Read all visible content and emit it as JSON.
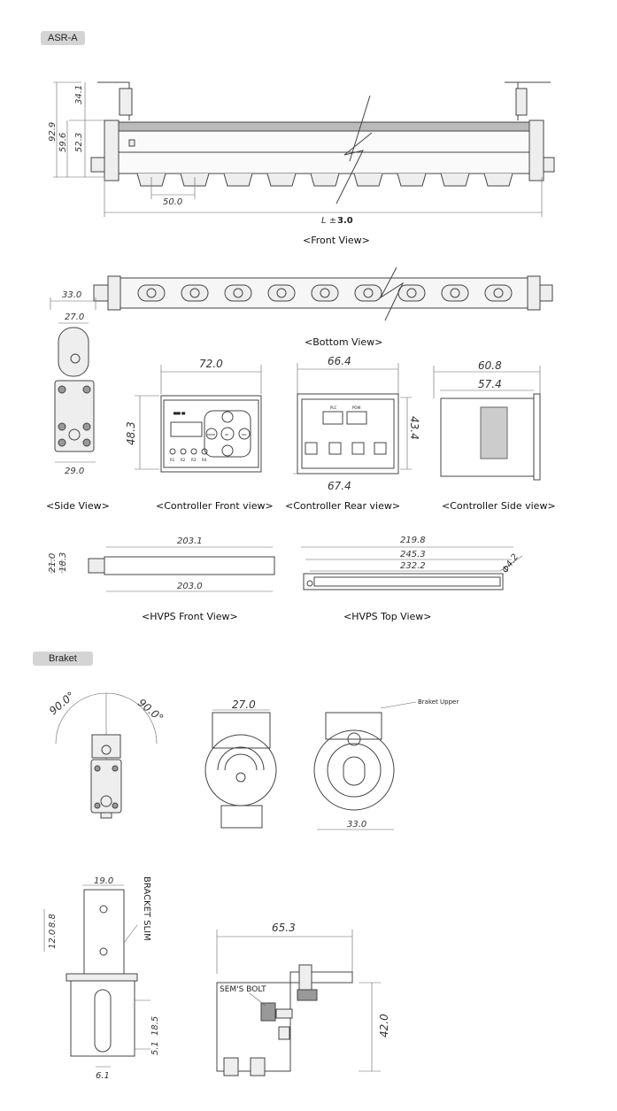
{
  "sections": {
    "asr_a": "ASR-A",
    "braket": "Braket"
  },
  "front_view": {
    "caption": "<Front View>",
    "dims": {
      "h1": "34.1",
      "h2": "52.3",
      "h3": "59.6",
      "h4": "92.9",
      "pitch": "50.0",
      "length_prefix": "L ±",
      "length_tol": "3.0"
    }
  },
  "bottom_view": {
    "caption": "<Bottom View>"
  },
  "side_view": {
    "caption": "<Side View>",
    "dims": {
      "top": "33.0",
      "mid": "27.0",
      "bottom": "29.0"
    }
  },
  "controller_front": {
    "caption": "<Controller Front view>",
    "dims": {
      "width": "72.0",
      "height": "48.3"
    },
    "leds": [
      "R1",
      "R2",
      "R3",
      "R4"
    ],
    "buttons": [
      "MODE",
      "OK",
      "SEL"
    ]
  },
  "controller_rear": {
    "caption": "<Controller Rear view>",
    "dims": {
      "width_top": "66.4",
      "height": "43.4",
      "width_bottom": "67.4"
    },
    "ports_top": [
      "PLC",
      "POW"
    ]
  },
  "controller_side": {
    "caption": "<Controller Side view>",
    "dims": {
      "outer": "60.8",
      "inner": "57.4"
    }
  },
  "hvps_front": {
    "caption": "<HVPS Front View>",
    "dims": {
      "top": "203.1",
      "bottom": "203.0",
      "h1": "21.0",
      "h2": "18.3"
    }
  },
  "hvps_top": {
    "caption": "<HVPS Top View>",
    "dims": {
      "d1": "219.8",
      "d2": "245.3",
      "d3": "232.2",
      "hole": "Φ4.2"
    }
  },
  "bracket": {
    "angle_left": "90.0°",
    "angle_right": "90.0°",
    "front_width": "27.0",
    "upper_label": "Braket Upper",
    "side_width": "33.0",
    "slim": {
      "label": "BRACKET SLIM",
      "width": "19.0",
      "d1": "8.8",
      "d2": "12.0",
      "d3": "18.5",
      "d4": "5.1",
      "slot": "6.1"
    },
    "assembly": {
      "width": "65.3",
      "bolt_label": "SEM'S BOLT",
      "height": "42.0"
    }
  }
}
